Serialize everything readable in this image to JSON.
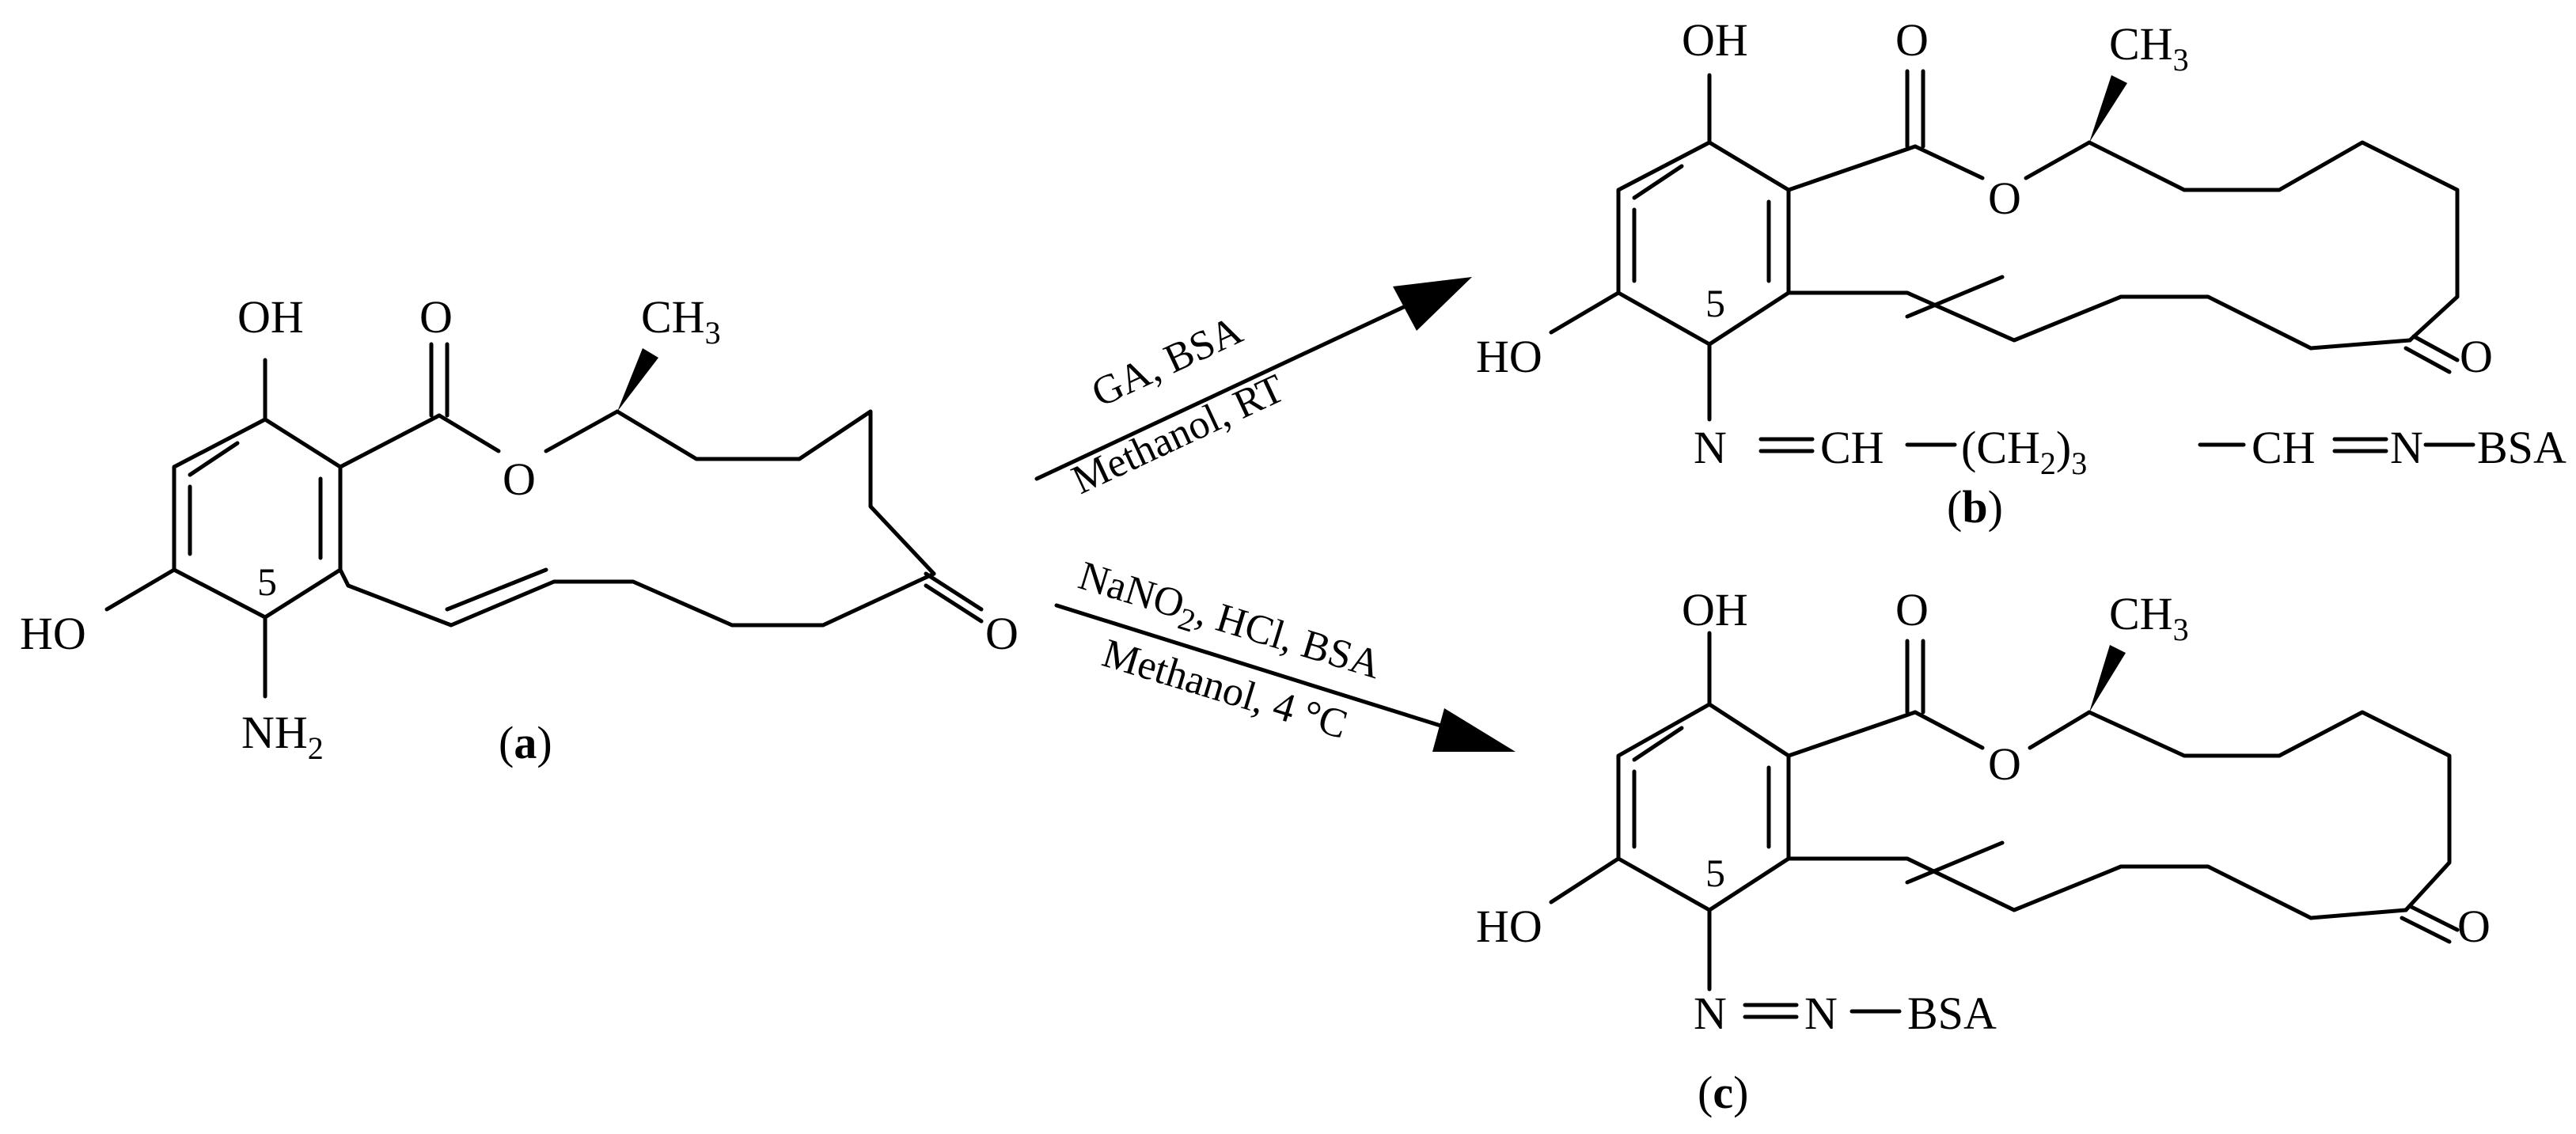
{
  "compound_a": {
    "oh_top": "OH",
    "carbonyl_o": "O",
    "methyl": "CH",
    "methyl_sub": "3",
    "ring_o": "O",
    "ketone_o": "O",
    "ho_left": "HO",
    "position": "5",
    "amine": "NH",
    "amine_sub": "2",
    "id_open": "(",
    "id": "a",
    "id_close": ")"
  },
  "compound_b": {
    "oh_top": "OH",
    "carbonyl_o": "O",
    "methyl": "CH",
    "methyl_sub": "3",
    "ring_o": "O",
    "ketone_o": "O",
    "ho_left": "HO",
    "position": "5",
    "n1": "N",
    "ch1": "CH",
    "chain_open": "(CH",
    "chain_sub": "2",
    "chain_close": ")",
    "chain_n": "3",
    "ch2": "CH",
    "n2": "N",
    "bsa": "BSA",
    "id_open": "(",
    "id": "b",
    "id_close": ")"
  },
  "compound_c": {
    "oh_top": "OH",
    "carbonyl_o": "O",
    "methyl": "CH",
    "methyl_sub": "3",
    "ring_o": "O",
    "ketone_o": "O",
    "ho_left": "HO",
    "position": "5",
    "n1": "N",
    "n2": "N",
    "bsa": "BSA",
    "id_open": "(",
    "id": "c",
    "id_close": ")"
  },
  "arrow_b": {
    "reagents": "GA, BSA",
    "conditions": "Methanol, RT"
  },
  "arrow_c": {
    "reagents_1": "NaNO",
    "reagents_sub": "2",
    "reagents_2": ", HCl, BSA",
    "conditions": "Methanol, 4 °C"
  }
}
